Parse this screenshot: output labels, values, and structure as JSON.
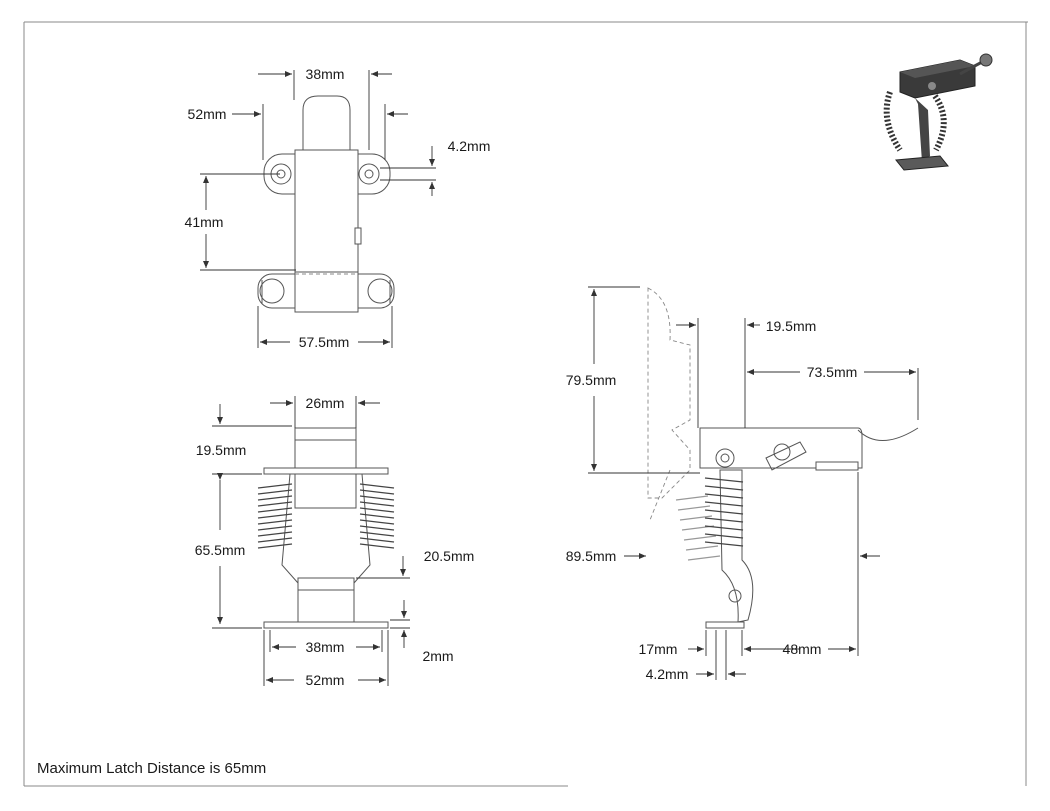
{
  "dimensions": {
    "top_width_38": "38mm",
    "top_width_52": "52mm",
    "top_hole_4_2": "4.2mm",
    "top_height_41": "41mm",
    "top_width_57_5": "57.5mm",
    "front_width_26": "26mm",
    "front_height_19_5": "19.5mm",
    "front_height_65_5": "65.5mm",
    "front_offset_20_5": "20.5mm",
    "front_base_2": "2mm",
    "front_base_38": "38mm",
    "front_base_52": "52mm",
    "side_height_79_5": "79.5mm",
    "side_offset_19_5": "19.5mm",
    "side_length_73_5": "73.5mm",
    "side_height_89_5": "89.5mm",
    "side_base_17": "17mm",
    "side_base_48": "48mm",
    "side_hole_4_2": "4.2mm"
  },
  "note": "Maximum Latch Distance is 65mm",
  "colors": {
    "line": "#555555",
    "text": "#1a1a1a",
    "iso_body": "#3a3a3a"
  }
}
